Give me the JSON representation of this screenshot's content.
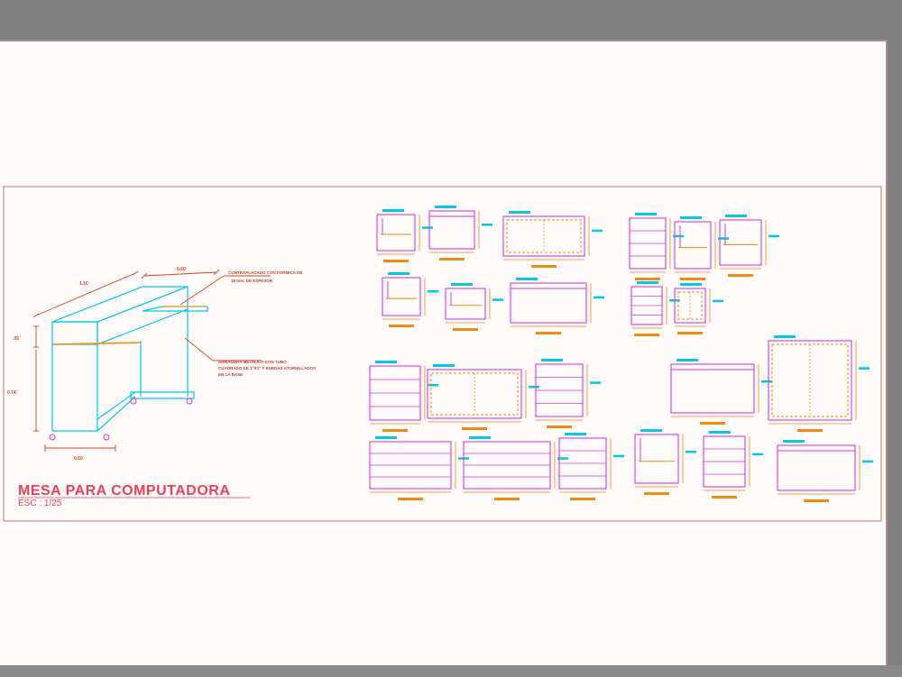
{
  "drawing": {
    "title": "MESA PARA COMPUTADORA",
    "scale": "ESC : 1/25",
    "dimensions": {
      "length": "1.10",
      "depth": "0.60",
      "top_thickness": ".05",
      "height": "0.74",
      "base": "0.60"
    },
    "notes": {
      "top_note_line1": "CONTRAPLACADO CON FORMICA DE",
      "top_note_line2": "18 mm. DE ESPESOR",
      "leg_note_line1": "ARMADURA METALICA CON TUBO",
      "leg_note_line2": "CUADRADO DE 1\"X1\"  Y RUEDAS ATORNILLADOS",
      "leg_note_line3": "EN LA BASE"
    }
  },
  "colors": {
    "background": "#808080",
    "sheet": "#fffbfb",
    "frame": "#c98a93",
    "cyan": "#00c8e8",
    "magenta": "#d63ad6",
    "orange": "#f08a10",
    "red": "#e0401e",
    "title": "#ef3f57"
  }
}
